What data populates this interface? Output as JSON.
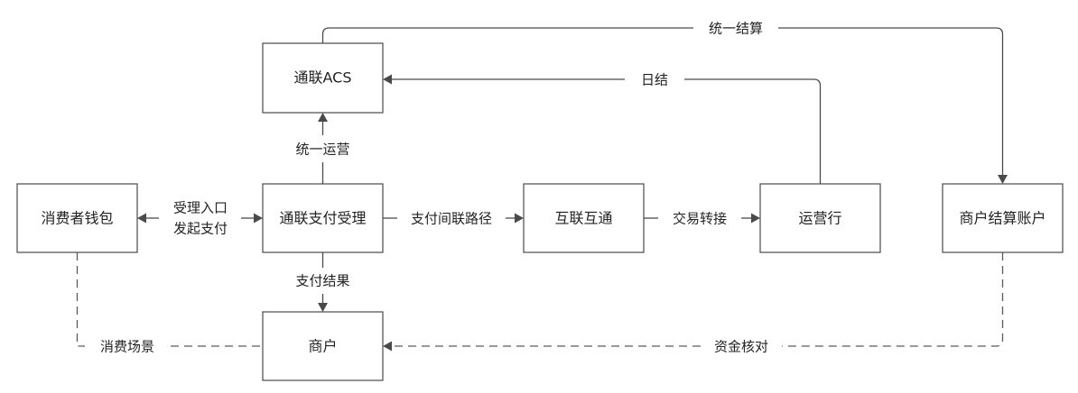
{
  "nodes": {
    "acs": "通联ACS",
    "consumer_wallet": "消费者钱包",
    "payment_acceptance": "通联支付受理",
    "interconnect": "互联互通",
    "operating_bank": "运营行",
    "merchant_account": "商户结算账户",
    "merchant": "商户"
  },
  "edges": {
    "unified_settlement": "统一结算",
    "daily_settlement": "日结",
    "unified_operation": "统一运营",
    "accept_entry": "受理入口",
    "initiate_payment": "发起支付",
    "inter_payment_route": "支付间联路径",
    "transaction_forward": "交易转接",
    "payment_result": "支付结果",
    "consumption_scene": "消费场景",
    "fund_reconciliation": "资金核对"
  },
  "colors": {
    "line": "#4a4a4a",
    "text": "#222222",
    "background": "#ffffff"
  }
}
